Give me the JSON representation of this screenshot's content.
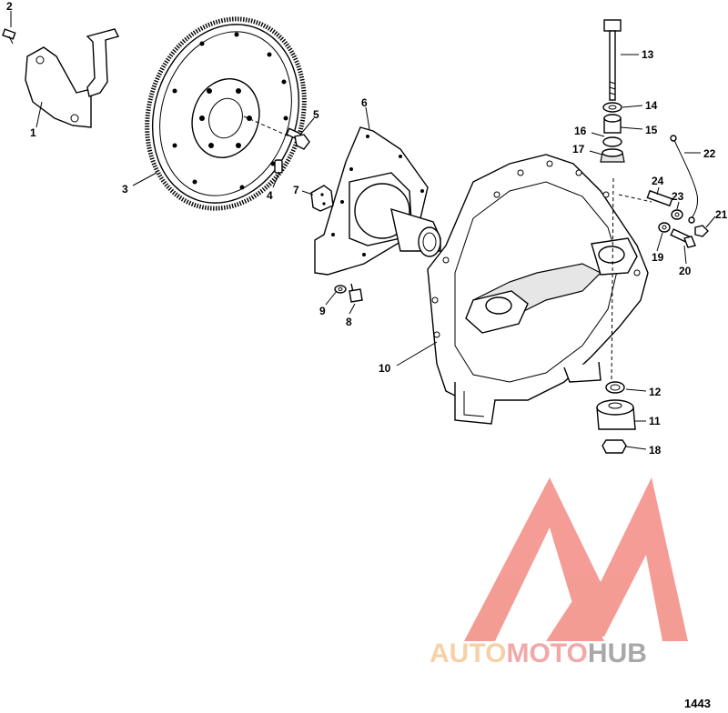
{
  "callouts": {
    "c1": "1",
    "c2": "2",
    "c3": "3",
    "c4": "4",
    "c5": "5",
    "c6": "6",
    "c7": "7",
    "c8": "8",
    "c9": "9",
    "c10": "10",
    "c11": "11",
    "c12": "12",
    "c13": "13",
    "c14": "14",
    "c15": "15",
    "c16": "16",
    "c17": "17",
    "c18": "18",
    "c19": "19",
    "c20": "20",
    "c21": "21",
    "c22": "22",
    "c23": "23",
    "c24": "24"
  },
  "watermark": {
    "part1": "AUTO",
    "part2": "MOTO",
    "part3": "HUB"
  },
  "figure_number": "1443",
  "colors": {
    "logo_triangle": "#f28b82",
    "brand_auto": "#f5c99a",
    "brand_moto": "#f09a9a",
    "brand_hub": "#9a9a9a"
  }
}
